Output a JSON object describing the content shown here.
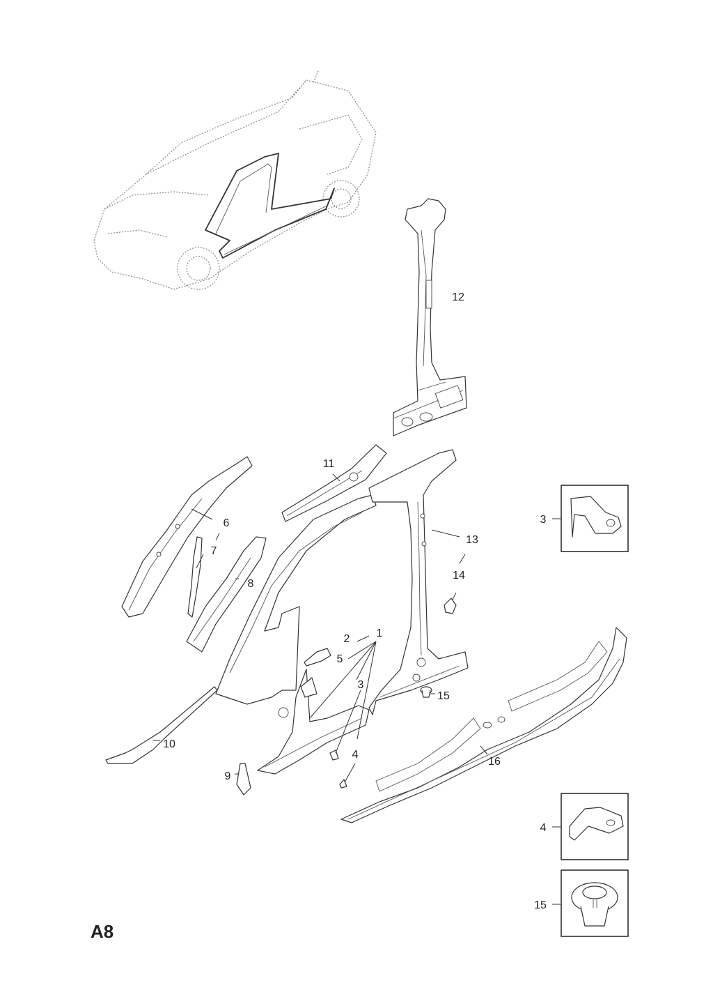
{
  "diagram_code": "A8",
  "callouts": {
    "c1": "1",
    "c2": "2",
    "c3": "3",
    "c4": "4",
    "c5": "5",
    "c6": "6",
    "c7": "7",
    "c8": "8",
    "c9": "9",
    "c10": "10",
    "c11": "11",
    "c12": "12",
    "c13": "13",
    "c14": "14",
    "c15": "15",
    "c16": "16"
  },
  "detail_boxes": {
    "box3": "3",
    "box4": "4",
    "box15": "15"
  }
}
